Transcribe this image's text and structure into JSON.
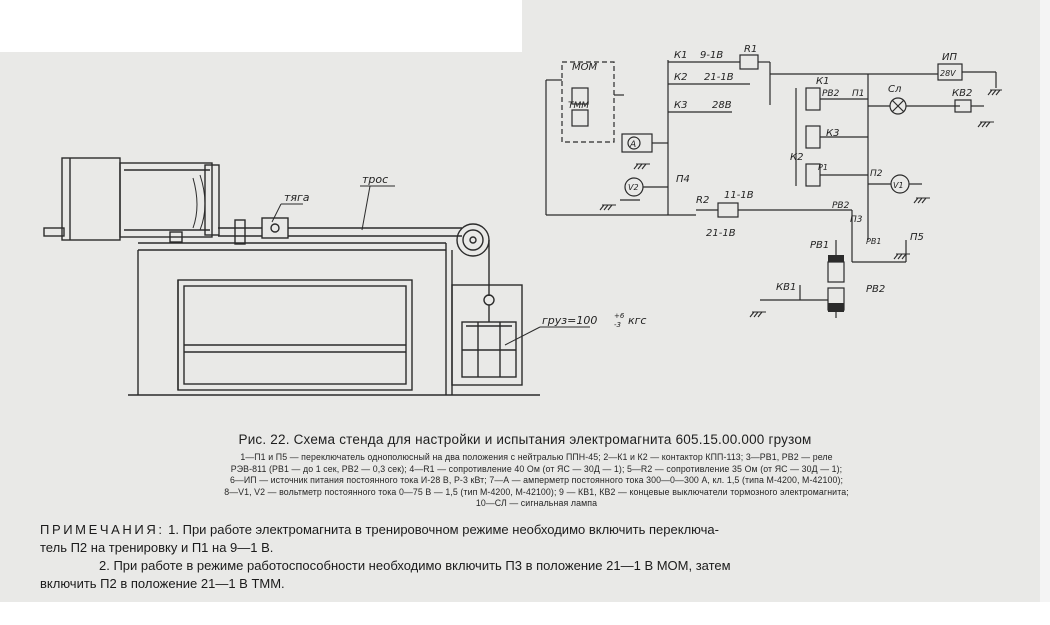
{
  "drawing": {
    "labels": {
      "mom": "МОМ",
      "tmm": "ТММ",
      "k1": "К1",
      "k2": "К2",
      "k3": "К3",
      "k1_right": "К1",
      "k2_right": "К2",
      "k3_right": "К3",
      "r1": "R1",
      "r2": "R2",
      "pos_9_1v": "9-1В",
      "pos_21_1v": "21-1В",
      "pos_28v": "28В",
      "pos_11_1v": "11-1В",
      "pos_21_1v_lower": "21-1В",
      "ammeter": "А",
      "v1": "V1",
      "v2": "V2",
      "p1": "П1",
      "p2": "П2",
      "p3": "П3",
      "p4": "П4",
      "p5": "П5",
      "ip": "ИП",
      "ip_value": "28V",
      "sl": "Сл",
      "kv1": "КВ1",
      "kv2": "КВ2",
      "rv1": "РВ1",
      "rv2": "РВ2",
      "rv2_upper": "РВ2",
      "rv2_mid": "РВ2",
      "rv1_mid": "РВ1",
      "rv1_small": "Р1",
      "tyaga": "тяга",
      "tros": "трос",
      "gruz": "груз=100",
      "gruz_tol_top": "+6",
      "gruz_tol_bottom": "-3",
      "gruz_unit": "кгс"
    }
  },
  "caption": "Рис. 22. Схема стенда для настройки и испытания электромагнита 605.15.00.000 грузом",
  "legend_lines": [
    "1—П1 и П5 — переключатель однополюсный на два положения с нейтралью ППН-45; 2—К1 и К2 — контактор КПП-113; 3—РВ1, РВ2 — реле",
    "РЭВ-811 (РВ1 — до 1 сек, РВ2 — 0,3 сек); 4—R1 — сопротивление 40 Ом (от ЯС — 30Д — 1); 5—R2 — сопротивление   35 Ом (от ЯС — 30Д — 1);",
    "6—ИП — источник питания постоянного тока И-28 В, Р-3 кВт; 7—А — амперметр постоянного тока 300—0—300 А, кл. 1,5 (типа М-4200, М-42100);",
    "8—V1, V2 — вольтметр постоянного тока 0—75 В — 1,5 (тип М-4200, М-42100); 9 — КВ1, КВ2 — концевые выключатели тормозного электромагнита;",
    "10—СЛ — сигнальная лампа"
  ],
  "notes": {
    "heading": "ПРИМЕЧАНИЯ:",
    "line1": " 1. При работе электромагнита в тренировочном режиме необходимо включить переключа-",
    "line2": "тель П2 на тренировку и П1 на 9—1 В.",
    "line3": "2. При работе   в режиме работоспособности необходимо включить П3 в положение 21—1 В МОМ, затем",
    "line4": "включить П2 в положение 21—1 В ТММ."
  }
}
